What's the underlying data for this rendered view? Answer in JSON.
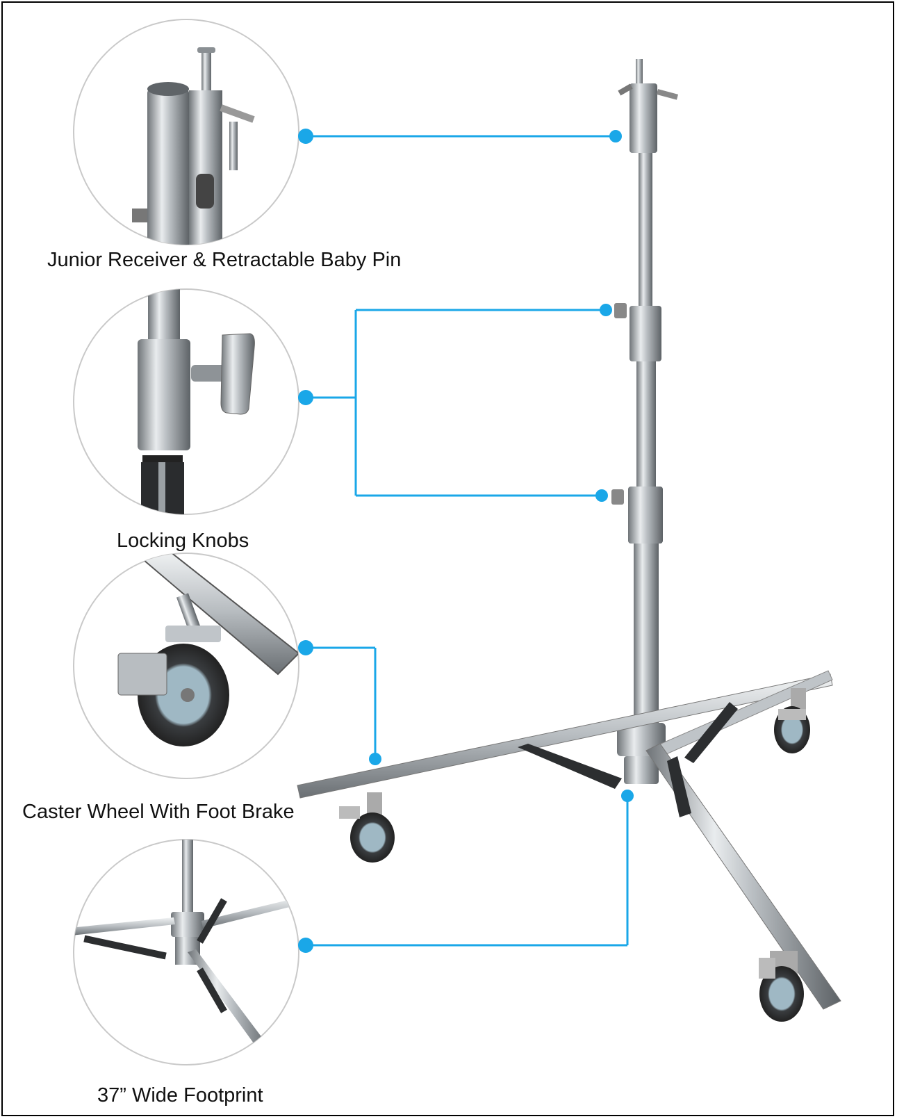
{
  "accent_color": "#1aa7e8",
  "product": "stainless steel roller stand",
  "callouts": [
    {
      "label": "Junior Receiver & Retractable Baby Pin",
      "icon": "junior-receiver-baby-pin-closeup"
    },
    {
      "label": "Locking Knobs",
      "icon": "locking-knob-closeup"
    },
    {
      "label": "Caster Wheel With Foot Brake",
      "icon": "caster-wheel-brake-closeup"
    },
    {
      "label": "37” Wide Footprint",
      "icon": "tripod-base-footprint-closeup"
    }
  ]
}
